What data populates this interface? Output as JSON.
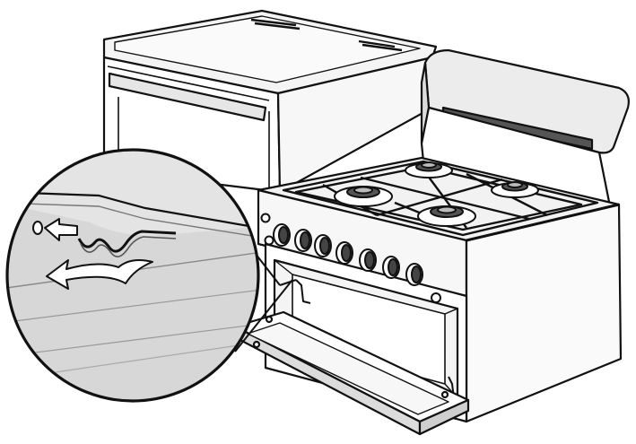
{
  "diagram": {
    "subject": "oven-door-hinge-installation",
    "stroke_color": "#111111",
    "fill_light": "#f2f2f2",
    "fill_mid": "#d9d9d9",
    "fill_dark": "#8c8c8c",
    "fill_white": "#ffffff",
    "knob_count": 7,
    "burner_count": 4,
    "icons": [
      "insert-arrow-icon",
      "rotate-arrow-icon"
    ]
  }
}
